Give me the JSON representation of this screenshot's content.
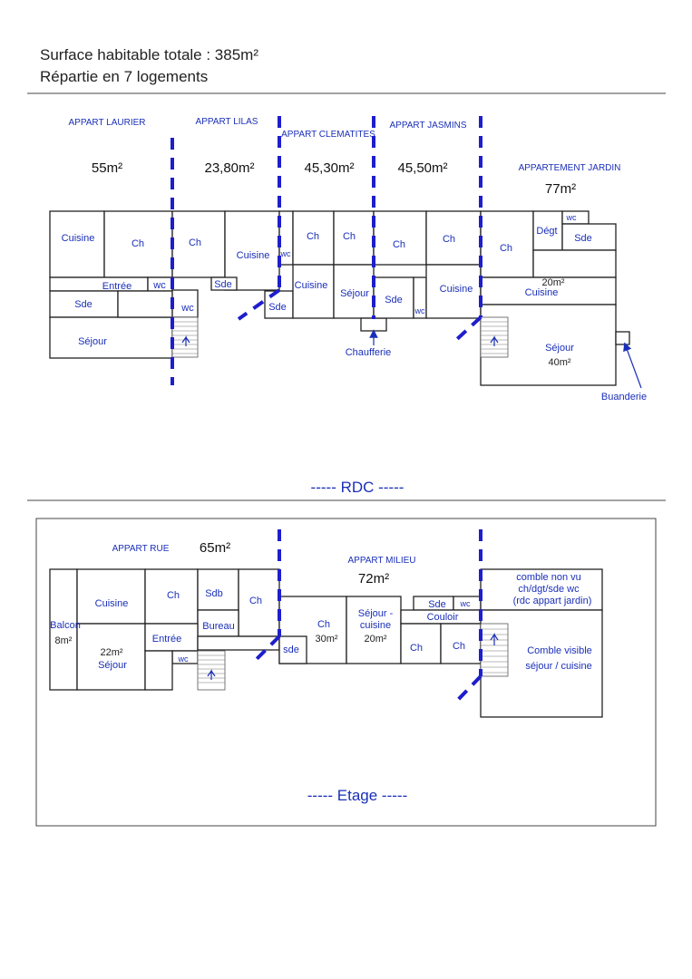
{
  "header": {
    "line1": "Surface habitable totale : 385m²",
    "line2": "Répartie en 7 logements"
  },
  "rdc": {
    "title": "----- RDC -----",
    "apartments": {
      "laurier": {
        "name": "APPART LAURIER",
        "area": "55m²"
      },
      "lilas": {
        "name": "APPART LILAS",
        "area": "23,80m²"
      },
      "clematites": {
        "name": "APPART CLEMATITES",
        "area": "45,30m²"
      },
      "jasmins": {
        "name": "APPART JASMINS",
        "area": "45,50m²"
      },
      "jardin": {
        "name": "APPARTEMENT JARDIN",
        "area": "77m²"
      }
    },
    "rooms": {
      "cuisine": "Cuisine",
      "ch": "Ch",
      "entree": "Entrée",
      "wc": "wc",
      "sde": "Sde",
      "sejour": "Séjour",
      "degt": "Dégt",
      "area20": "20m²",
      "area40": "40m²"
    },
    "annotations": {
      "chaufferie": "Chaufferie",
      "buanderie": "Buanderie"
    }
  },
  "etage": {
    "title": "----- Etage -----",
    "apartments": {
      "rue": {
        "name": "APPART RUE",
        "area": "65m²"
      },
      "milieu": {
        "name": "APPART MILIEU",
        "area": "72m²"
      }
    },
    "rooms": {
      "cuisine": "Cuisine",
      "ch": "Ch",
      "sdb": "Sdb",
      "bureau": "Bureau",
      "entree": "Entrée",
      "wc": "wc",
      "sde_lower": "sde",
      "sde": "Sde",
      "couloir": "Couloir",
      "balcon": "Balcon",
      "area8": "8m²",
      "area22": "22m²",
      "sejour": "Séjour",
      "area30": "30m²",
      "sejour_cuisine_1": "Séjour -",
      "sejour_cuisine_2": "cuisine",
      "area20": "20m²",
      "comble_1": "comble non vu",
      "comble_2": "ch/dgt/sde wc",
      "comble_3": "(rdc appart jardin)",
      "visible_1": "Comble visible",
      "visible_2": "séjour / cuisine"
    }
  }
}
